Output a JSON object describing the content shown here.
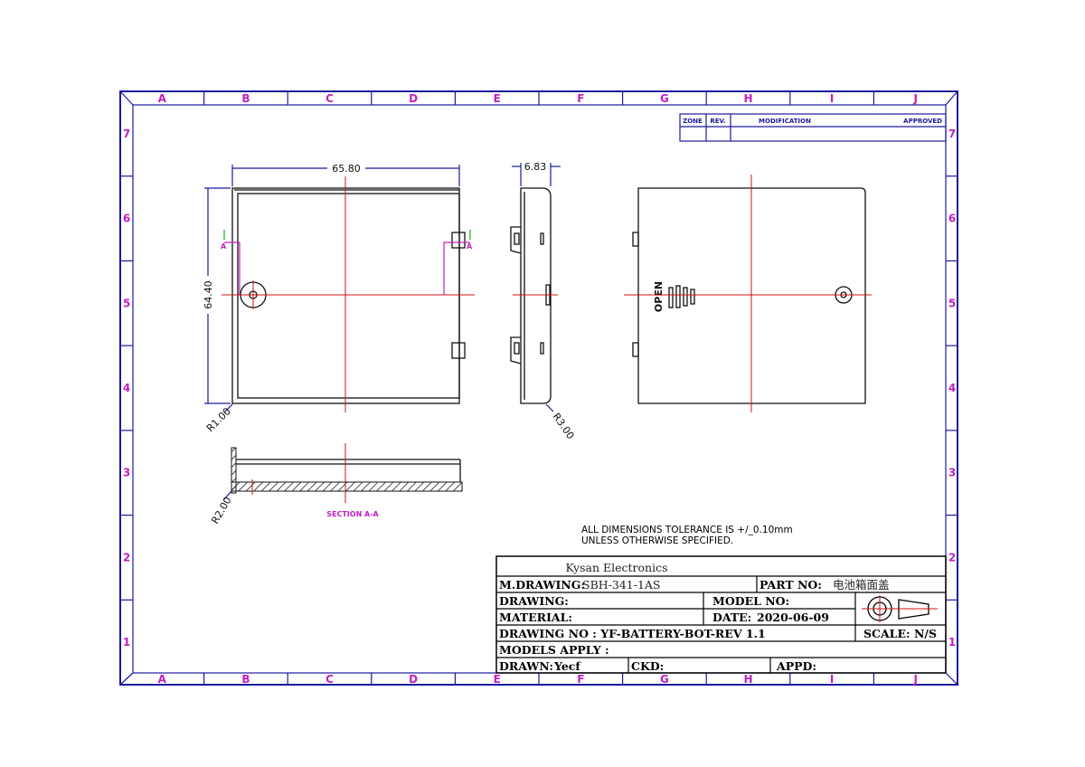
{
  "zones": {
    "columns": [
      "A",
      "B",
      "C",
      "D",
      "E",
      "F",
      "G",
      "H",
      "I",
      "J"
    ],
    "rows": [
      "7",
      "6",
      "5",
      "4",
      "3",
      "2",
      "1"
    ]
  },
  "revision_table": {
    "zone": "ZONE",
    "rev": "REV.",
    "modification": "MODIFICATION",
    "approved": "APPROVED"
  },
  "dimensions": {
    "width": "65.80",
    "height": "64.40",
    "thickness": "6.83",
    "r1": "R1.00",
    "r3": "R3.00",
    "r2": "R2.00",
    "section_marker": "A",
    "section_label": "SECTION A-A",
    "open_label": "OPEN"
  },
  "notes": {
    "line1": "ALL DIMENSIONS TOLERANCE IS +/_0.10mm",
    "line2": "UNLESS OTHERWISE SPECIFIED."
  },
  "title_block": {
    "company": "Kysan Electronics",
    "m_drawing_label": "M.DRAWING:",
    "m_drawing_value": "SBH-341-1AS",
    "part_no_label": "PART  NO:",
    "part_no_value": "电池箱面盖",
    "drawing_label": "DRAWING:",
    "model_no_label": "MODEL  NO:",
    "material_label": "MATERIAL:",
    "date_label": "DATE:",
    "date_value": "2020-06-09",
    "drawing_no": "DRAWING NO : YF-BATTERY-BOT-REV 1.1",
    "scale": "SCALE: N/S",
    "models_apply": "MODELS APPLY :",
    "drawn_label": "DRAWN:",
    "drawn_value": "Yecf",
    "ckd_label": "CKD:",
    "appd_label": "APPD:"
  }
}
